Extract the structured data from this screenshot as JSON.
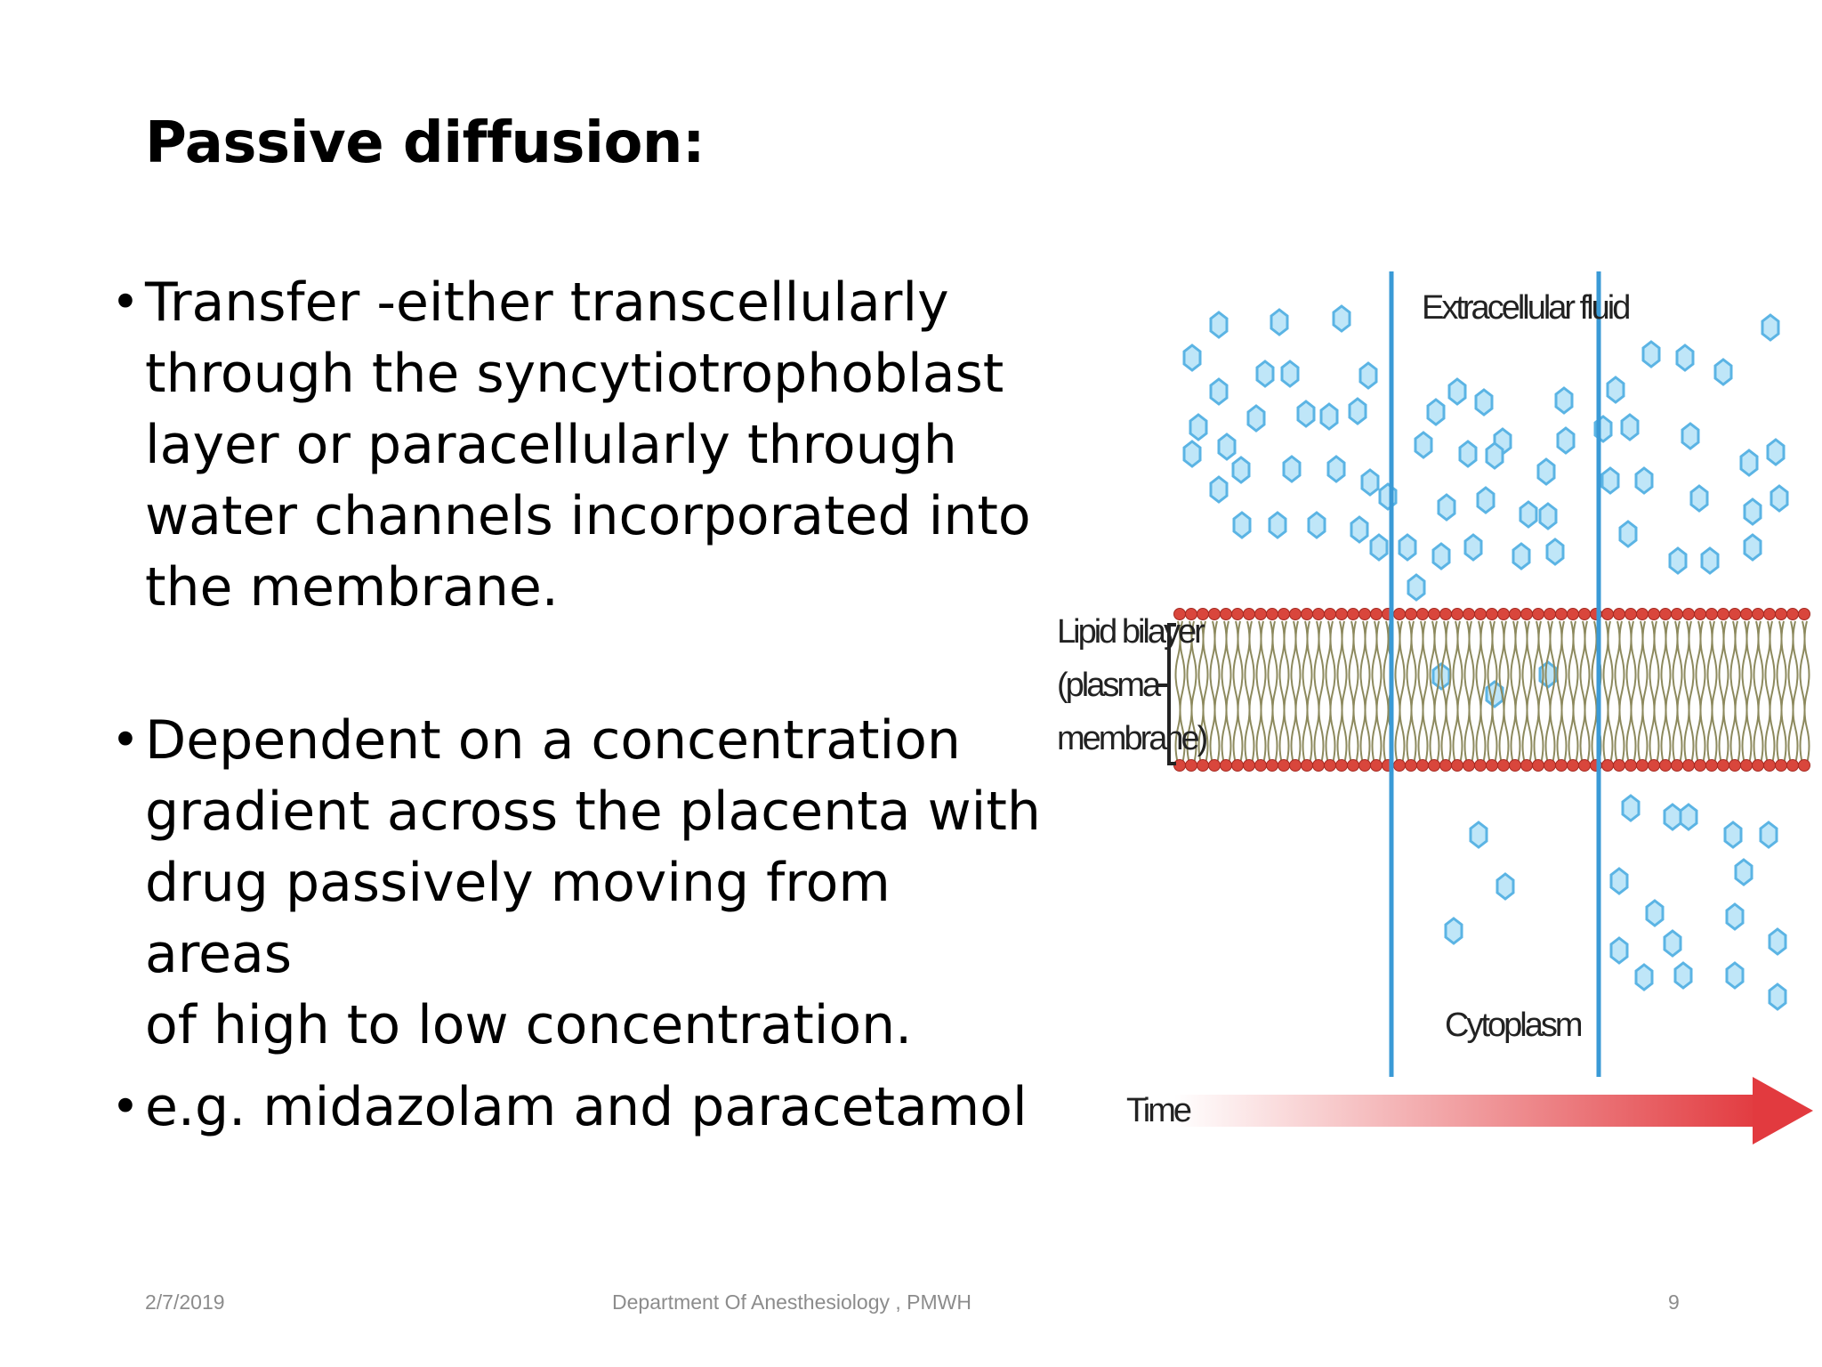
{
  "slide": {
    "title": "Passive diffusion:",
    "bullets": [
      {
        "lines": [
          "Transfer -either transcellularly",
          "through the syncytiotrophoblast",
          "layer or paracellularly through",
          "water channels incorporated into",
          "the membrane."
        ]
      },
      {
        "lines": [
          "Dependent on a concentration",
          "gradient across the placenta with",
          "drug passively moving from areas",
          "of high to low concentration."
        ]
      },
      {
        "lines": [
          "e.g. midazolam and paracetamol"
        ]
      }
    ],
    "bullet_char": "•"
  },
  "figure": {
    "labels": {
      "extracellular": "Extracellular fluid",
      "lipid_line1": "Lipid bilayer",
      "lipid_line2": "(plasma",
      "lipid_line3": "membrane)",
      "cytoplasm": "Cytoplasm",
      "time": "Time"
    },
    "colors": {
      "molecule": "#5bb4e4",
      "divider": "#3a9ad6",
      "head": "#d9463c",
      "tail": "#8d8a5e",
      "arrow": "#e23a3f"
    }
  },
  "footer": {
    "date": "2/7/2019",
    "department": "Department Of Anesthesiology , PMWH",
    "page": "9"
  }
}
